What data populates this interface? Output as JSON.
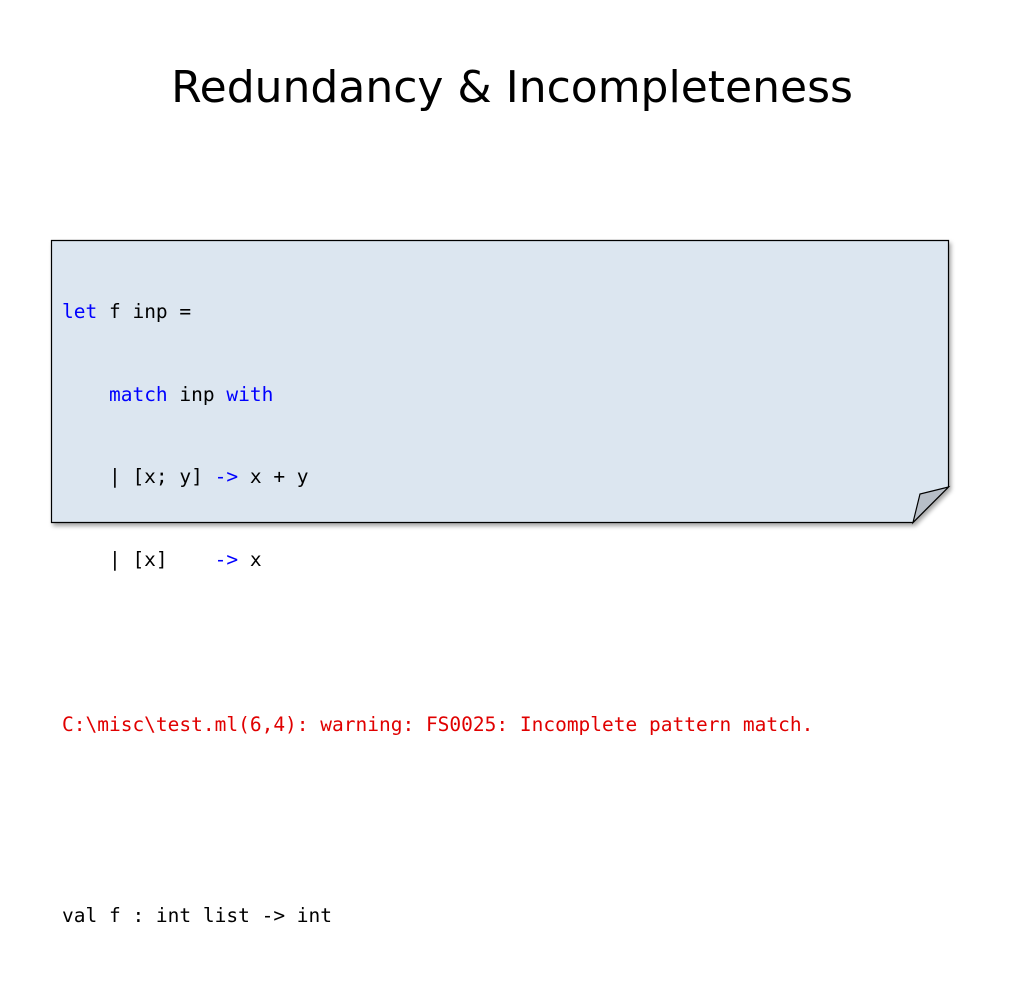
{
  "slide": {
    "title": "Redundancy & Incompleteness"
  },
  "code": {
    "line1": {
      "kw": "let",
      "rest": " f inp ="
    },
    "line2": {
      "indent": "    ",
      "kw": "match",
      "mid": " inp ",
      "kw2": "with"
    },
    "line3": {
      "pre": "    | [x; y] ",
      "arrow": "->",
      "post": " x + y"
    },
    "line4": {
      "pre": "    | [x]    ",
      "arrow": "->",
      "post": " x"
    },
    "warning": "C:\\misc\\test.ml(6,4): warning: FS0025: Incomplete pattern match.",
    "signature": "val f : int list -> int"
  },
  "colors": {
    "keyword": "#0000ff",
    "warning": "#e00000",
    "box_fill": "#dce6f0",
    "box_border": "#000000"
  }
}
